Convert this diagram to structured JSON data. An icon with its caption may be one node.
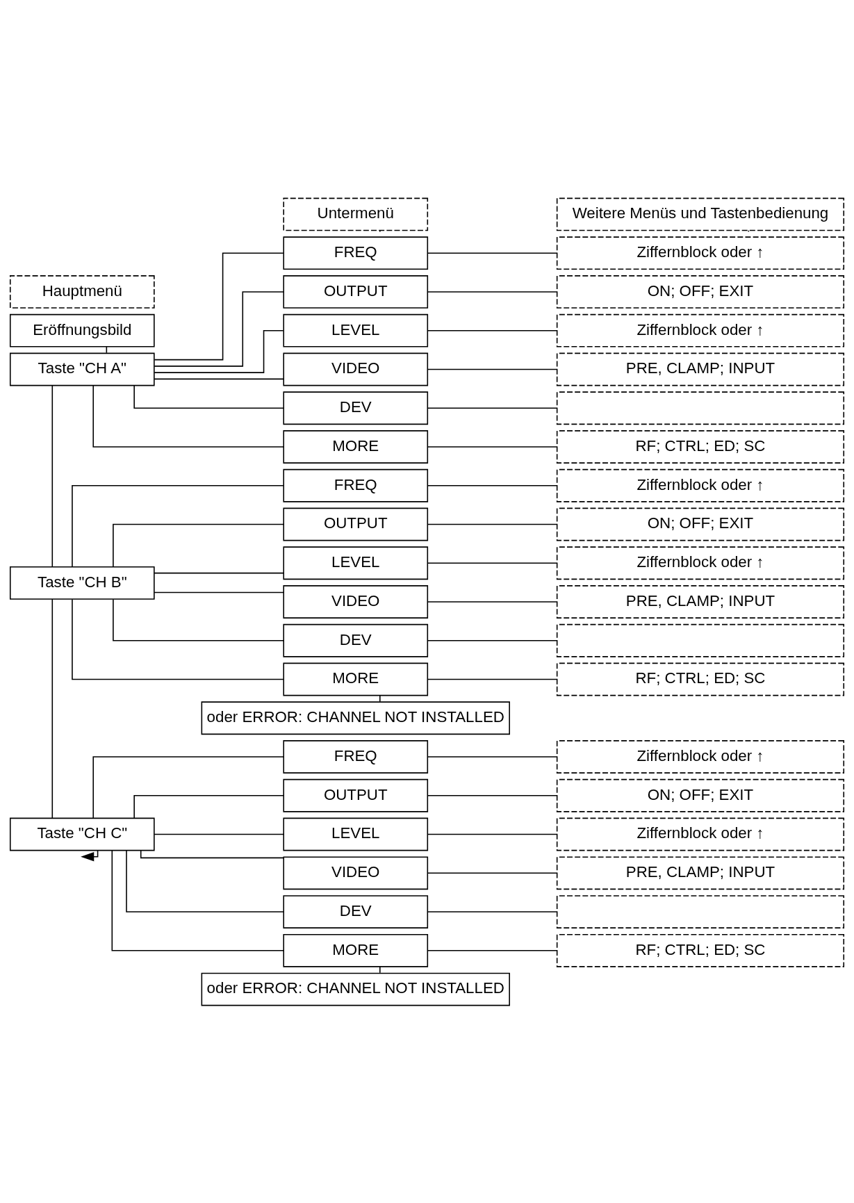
{
  "diagram": {
    "nodes": [
      {
        "text": [
          "Hauptmenü"
        ]
      },
      {
        "text": [
          "Untermenü"
        ]
      },
      {
        "text": [
          "Weitere Menüs und Tastenbedienung"
        ]
      },
      {
        "text": [
          "Eröffnungsbild"
        ]
      },
      {
        "text": [
          "Taste \"CH A\""
        ]
      },
      {
        "text": [
          "FREQ"
        ]
      },
      {
        "text": [
          "OUTPUT"
        ]
      },
      {
        "text": [
          "LEVEL"
        ]
      },
      {
        "text": [
          "VIDEO"
        ]
      },
      {
        "text": [
          "DEV"
        ]
      },
      {
        "text": [
          "MORE"
        ]
      },
      {
        "text": [
          "Ziffernblock oder ↑"
        ]
      },
      {
        "text": [
          "ON; OFF; EXIT"
        ]
      },
      {
        "text": [
          "Ziffernblock oder ↑"
        ]
      },
      {
        "text": [
          "PRE, CLAMP; INPUT"
        ]
      },
      {
        "text": [],
        "shape": "box"
      },
      {
        "text": [
          "RF; CTRL; ED; SC"
        ]
      },
      {
        "text": [
          "Taste \"CH B\""
        ]
      },
      {
        "text": [
          "FREQ"
        ]
      },
      {
        "text": [
          "OUTPUT"
        ]
      },
      {
        "text": [
          "LEVEL"
        ]
      },
      {
        "text": [
          "VIDEO"
        ]
      },
      {
        "text": [
          "DEV"
        ]
      },
      {
        "text": [
          "MORE"
        ]
      },
      {
        "text": [
          "Ziffernblock oder ↑"
        ]
      },
      {
        "text": [
          "ON; OFF; EXIT"
        ]
      },
      {
        "text": [
          "Ziffernblock oder ↑"
        ]
      },
      {
        "text": [
          "PRE, CLAMP; INPUT"
        ]
      },
      {
        "text": [],
        "shape": "box"
      },
      {
        "text": [
          "RF; CTRL; ED; SC"
        ]
      },
      {
        "text": [
          "oder ERROR: CHANNEL NOT INSTALLED"
        ]
      },
      {
        "text": [
          "Taste \"CH C\""
        ]
      },
      {
        "text": [
          "FREQ"
        ]
      },
      {
        "text": [
          "OUTPUT"
        ]
      },
      {
        "text": [
          "LEVEL"
        ]
      },
      {
        "text": [
          "VIDEO"
        ]
      },
      {
        "text": [
          "DEV"
        ]
      },
      {
        "text": [
          "MORE"
        ]
      },
      {
        "text": [
          "Ziffernblock oder ↑"
        ]
      },
      {
        "text": [
          "ON; OFF; EXIT"
        ]
      },
      {
        "text": [
          "Ziffernblock oder ↑"
        ]
      },
      {
        "text": [
          "PRE, CLAMP; INPUT"
        ]
      },
      {
        "text": [],
        "shape": "box"
      },
      {
        "text": [
          "RF; CTRL; ED; SC"
        ]
      },
      {
        "text": [
          "oder ERROR: CHANNEL NOT INSTALLED"
        ]
      }
    ],
    "edges": [
      {
        "from": 1,
        "to": 5,
        "arrow": "none",
        "style": "dashed"
      },
      {
        "from": 2,
        "to": 11,
        "arrow": "none",
        "style": "dashed"
      },
      {
        "from": 3,
        "to": 4,
        "arrow": "none"
      },
      {
        "from": 4,
        "to": 17,
        "arrow": "none"
      },
      {
        "from": 17,
        "to": 31,
        "arrow": "none"
      },
      {
        "from": 31,
        "to": null,
        "arrow": "to"
      },
      {
        "from": 4,
        "to": 5,
        "arrow": "none"
      },
      {
        "from": 4,
        "to": 6,
        "arrow": "none"
      },
      {
        "from": 4,
        "to": 7,
        "arrow": "none"
      },
      {
        "from": 4,
        "to": 8,
        "arrow": "none"
      },
      {
        "from": 4,
        "to": 9,
        "arrow": "none"
      },
      {
        "from": 4,
        "to": 10,
        "arrow": "none"
      },
      {
        "from": 5,
        "to": 11,
        "arrow": "none"
      },
      {
        "from": 6,
        "to": 12,
        "arrow": "none"
      },
      {
        "from": 7,
        "to": 13,
        "arrow": "none"
      },
      {
        "from": 8,
        "to": 14,
        "arrow": "none"
      },
      {
        "from": 9,
        "to": 15,
        "arrow": "none"
      },
      {
        "from": 10,
        "to": 16,
        "arrow": "none"
      },
      {
        "from": 17,
        "to": 18,
        "arrow": "none"
      },
      {
        "from": 17,
        "to": 19,
        "arrow": "none"
      },
      {
        "from": 17,
        "to": 20,
        "arrow": "none"
      },
      {
        "from": 17,
        "to": 21,
        "arrow": "none"
      },
      {
        "from": 17,
        "to": 22,
        "arrow": "none"
      },
      {
        "from": 17,
        "to": 23,
        "arrow": "none"
      },
      {
        "from": 18,
        "to": 24,
        "arrow": "none"
      },
      {
        "from": 19,
        "to": 25,
        "arrow": "none"
      },
      {
        "from": 20,
        "to": 26,
        "arrow": "none"
      },
      {
        "from": 21,
        "to": 27,
        "arrow": "none"
      },
      {
        "from": 22,
        "to": 28,
        "arrow": "none"
      },
      {
        "from": 23,
        "to": 29,
        "arrow": "none"
      },
      {
        "from": 23,
        "to": 30,
        "arrow": "none"
      },
      {
        "from": 31,
        "to": 32,
        "arrow": "none"
      },
      {
        "from": 31,
        "to": 33,
        "arrow": "none"
      },
      {
        "from": 31,
        "to": 34,
        "arrow": "none"
      },
      {
        "from": 31,
        "to": 35,
        "arrow": "none"
      },
      {
        "from": 31,
        "to": 36,
        "arrow": "none"
      },
      {
        "from": 31,
        "to": 37,
        "arrow": "none"
      },
      {
        "from": 32,
        "to": 38,
        "arrow": "none"
      },
      {
        "from": 33,
        "to": 39,
        "arrow": "none"
      },
      {
        "from": 34,
        "to": 40,
        "arrow": "none"
      },
      {
        "from": 35,
        "to": 41,
        "arrow": "none"
      },
      {
        "from": 36,
        "to": 42,
        "arrow": "none"
      },
      {
        "from": 37,
        "to": 43,
        "arrow": "none"
      },
      {
        "from": 37,
        "to": 44,
        "arrow": "none"
      }
    ]
  }
}
